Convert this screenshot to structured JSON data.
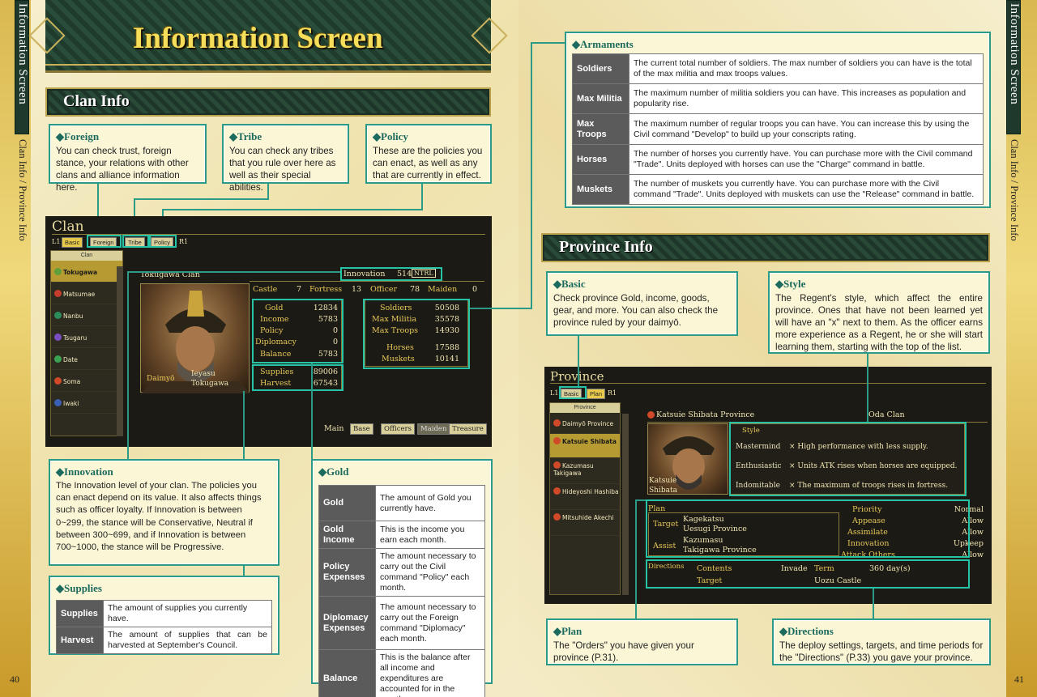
{
  "side": {
    "tab_title": "Information Screen",
    "subtitle": "Clan Info / Province Info"
  },
  "pages": {
    "left": "40",
    "right": "41"
  },
  "title": "Information Screen",
  "sections": {
    "clan_info": "Clan Info",
    "province_info": "Province Info"
  },
  "notes": {
    "foreign": {
      "head": "◆Foreign",
      "body": "You can check trust, foreign stance, your relations with other clans and alliance information here."
    },
    "tribe": {
      "head": "◆Tribe",
      "body": "You can check any tribes that you rule over here as well as their special abilities."
    },
    "policy": {
      "head": "◆Policy",
      "body": "These are the policies you can enact, as well as any that are currently in effect."
    },
    "innovation": {
      "head": "◆Innovation",
      "body": "The Innovation level of your clan. The policies you can enact depend on its value. It also affects things such as officer loyalty. If Innovation is between 0~299, the stance will be Conservative, Neutral if between 300~699, and if Innovation is between 700~1000, the stance will be Progressive."
    },
    "supplies": {
      "head": "◆Supplies"
    },
    "gold": {
      "head": "◆Gold"
    },
    "armaments": {
      "head": "◆Armaments"
    },
    "basic": {
      "head": "◆Basic",
      "body": "Check province Gold, income, goods, gear, and more. You can also check the province ruled by your daimyō."
    },
    "style": {
      "head": "◆Style",
      "body": "The Regent's style, which affect the entire province. Ones that have not been learned yet will have an \"x\" next to them. As the officer earns more experience as a Regent, he or she will start learning them, starting with the top of the list."
    },
    "plan": {
      "head": "◆Plan",
      "body": "The \"Orders\" you have given your province (P.31)."
    },
    "directions": {
      "head": "◆Directions",
      "body": "The deploy settings, targets, and time periods for the \"Directions\" (P.33) you gave your province."
    }
  },
  "supplies_table": [
    {
      "k": "Supplies",
      "v": "The amount of supplies you currently have."
    },
    {
      "k": "Harvest",
      "v": "The amount of supplies that can be harvested at September's Council."
    }
  ],
  "gold_table": [
    {
      "k": "Gold",
      "v": "The amount of Gold you currently have."
    },
    {
      "k": "Gold Income",
      "v": "This is the income you earn each month."
    },
    {
      "k": "Policy Expenses",
      "v": "The amount necessary to carry out the Civil command \"Policy\" each month."
    },
    {
      "k": "Diplomacy Expenses",
      "v": "The amount necessary to carry out the Foreign command \"Diplomacy\" each month."
    },
    {
      "k": "Balance",
      "v": "This is the balance after all income and expenditures are accounted for in the month."
    }
  ],
  "arm_table": [
    {
      "k": "Soldiers",
      "v": "The current total number of soldiers. The max number of soldiers you can have is the total of the max militia and max troops values."
    },
    {
      "k": "Max Militia",
      "v": "The maximum number of militia soldiers you can have. This increases as population and popularity rise."
    },
    {
      "k": "Max Troops",
      "v": "The maximum number of regular troops you can have. You can increase this by using the Civil command \"Develop\" to build up your conscripts rating."
    },
    {
      "k": "Horses",
      "v": "The number of horses you currently have. You can purchase more with the Civil command \"Trade\". Units deployed with horses can use the \"Charge\" command in battle."
    },
    {
      "k": "Muskets",
      "v": "The number of muskets you currently have. You can purchase more with the Civil command \"Trade\". Units deployed with muskets can use the \"Release\" command in battle."
    }
  ],
  "clan_screen": {
    "title": "Clan",
    "l1": "L1",
    "r1": "R1",
    "tabs": [
      "Basic",
      "Foreign",
      "Tribe",
      "Policy"
    ],
    "list_head": "Clan",
    "clans": [
      "Tokugawa",
      "Matsumae",
      "Nanbu",
      "Tsugaru",
      "Date",
      "Soma",
      "Iwaki"
    ],
    "clan_name": "Tokugawa Clan",
    "innovation_label": "Innovation",
    "innovation_value": "514",
    "innovation_stance": "NTRL",
    "castle_label": "Castle",
    "castle": "7",
    "fortress_label": "Fortress",
    "fortress": "13",
    "officer_label": "Officer",
    "officer": "78",
    "maiden_label": "Maiden",
    "maiden": "0",
    "daimyo_label": "Daimyō",
    "daimyo_name1": "Ieyasu",
    "daimyo_name2": "Tokugawa",
    "money": [
      {
        "k": "Gold",
        "v": "12834"
      },
      {
        "k": "Income",
        "v": "5783"
      },
      {
        "k": "Policy",
        "v": "0"
      },
      {
        "k": "Diplomacy",
        "v": "0"
      },
      {
        "k": "Balance",
        "v": "5783"
      }
    ],
    "supply": [
      {
        "k": "Supplies",
        "v": "89006"
      },
      {
        "k": "Harvest",
        "v": "67543"
      }
    ],
    "arms": [
      {
        "k": "Soldiers",
        "v": "50508"
      },
      {
        "k": "Max Militia",
        "v": "35578"
      },
      {
        "k": "Max Troops",
        "v": "14930"
      },
      {
        "k": "Horses",
        "v": "17588"
      },
      {
        "k": "Muskets",
        "v": "10141"
      }
    ],
    "bottom": {
      "main": "Main",
      "b1": "Base",
      "b2": "Officers",
      "b3": "Maiden",
      "b4": "Treasure"
    }
  },
  "province_screen": {
    "title": "Province",
    "l1": "L1",
    "r1": "R1",
    "tabs": [
      "Basic",
      "Plan"
    ],
    "list_head": "Province",
    "list": [
      "Daimyō Province",
      "Katsuie Shibata",
      "Kazumasu Takigawa",
      "Hideyoshi Hashiba",
      "Mitsuhide Akechi"
    ],
    "province_name": "Katsuie Shibata Province",
    "clan": "Oda Clan",
    "regent1": "Katsuie",
    "regent2": "Shibata",
    "style_head": "Style",
    "styles": [
      {
        "k": "Mastermind",
        "v": "× High performance with less supply."
      },
      {
        "k": "Enthusiastic",
        "v": "× Units ATK rises when horses are equipped."
      },
      {
        "k": "Indomitable",
        "v": "× The maximum of troops rises in fortress."
      }
    ],
    "plan_head": "Plan",
    "target_label": "Target",
    "target1": "Kagekatsu",
    "target2": "Uesugi Province",
    "assist_label": "Assist",
    "assist1": "Kazumasu",
    "assist2": "Takigawa Province",
    "priority": [
      {
        "k": "Priority",
        "v": "Normal"
      },
      {
        "k": "Appease",
        "v": "Allow"
      },
      {
        "k": "Assimilate",
        "v": "Allow"
      },
      {
        "k": "Innovation",
        "v": "Upkeep"
      },
      {
        "k": "Attack Others",
        "v": "Allow"
      }
    ],
    "directions_head": "Directions",
    "contents_label": "Contents",
    "contents": "Invade",
    "term_label": "Term",
    "term": "360 day(s)",
    "dtarget_label": "Target",
    "dtarget": "Uozu Castle"
  }
}
